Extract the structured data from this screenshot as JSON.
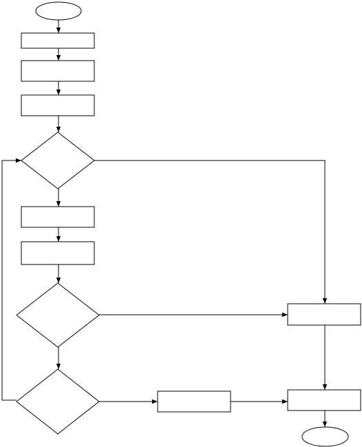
{
  "diagram": {
    "stroke_color": "#000000",
    "background_color": "#ffffff",
    "nodes": [
      {
        "id": "start",
        "shape": "ellipse",
        "label": ""
      },
      {
        "id": "process-1",
        "shape": "rect",
        "label": ""
      },
      {
        "id": "process-2",
        "shape": "rect",
        "label": ""
      },
      {
        "id": "process-3",
        "shape": "rect",
        "label": ""
      },
      {
        "id": "decision-1",
        "shape": "diamond",
        "label": ""
      },
      {
        "id": "process-4",
        "shape": "rect",
        "label": ""
      },
      {
        "id": "process-5",
        "shape": "rect",
        "label": ""
      },
      {
        "id": "decision-2",
        "shape": "diamond",
        "label": ""
      },
      {
        "id": "decision-3",
        "shape": "diamond",
        "label": ""
      },
      {
        "id": "process-6",
        "shape": "rect",
        "label": ""
      },
      {
        "id": "process-7",
        "shape": "rect",
        "label": ""
      },
      {
        "id": "process-8",
        "shape": "rect",
        "label": ""
      },
      {
        "id": "end",
        "shape": "ellipse",
        "label": ""
      }
    ],
    "edges": [
      {
        "from": "start",
        "to": "process-1",
        "label": ""
      },
      {
        "from": "process-1",
        "to": "process-2",
        "label": ""
      },
      {
        "from": "process-2",
        "to": "process-3",
        "label": ""
      },
      {
        "from": "process-3",
        "to": "decision-1",
        "label": ""
      },
      {
        "from": "decision-1",
        "to": "process-4",
        "label": ""
      },
      {
        "from": "decision-1",
        "to": "process-7",
        "label": ""
      },
      {
        "from": "process-4",
        "to": "process-5",
        "label": ""
      },
      {
        "from": "process-5",
        "to": "decision-2",
        "label": ""
      },
      {
        "from": "decision-2",
        "to": "process-7",
        "label": ""
      },
      {
        "from": "decision-2",
        "to": "decision-3",
        "label": ""
      },
      {
        "from": "decision-3",
        "to": "process-6",
        "label": ""
      },
      {
        "from": "decision-3",
        "to": "decision-1",
        "label": ""
      },
      {
        "from": "process-6",
        "to": "process-8",
        "label": ""
      },
      {
        "from": "process-7",
        "to": "process-8",
        "label": ""
      },
      {
        "from": "process-8",
        "to": "end",
        "label": ""
      }
    ]
  }
}
